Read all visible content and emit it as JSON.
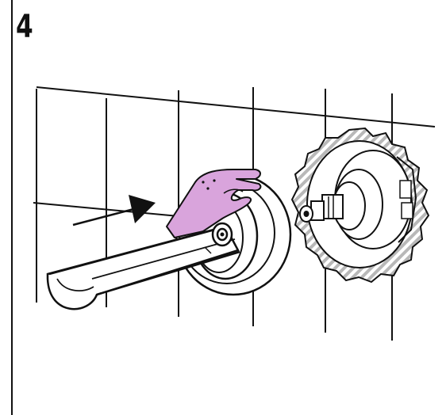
{
  "step": {
    "number": "4"
  },
  "illustration": {
    "icons": [
      "wall-tiles",
      "push-direction-arrow",
      "hand-icon",
      "spout",
      "wall-mount-valve"
    ],
    "colors": {
      "line": "#111111",
      "hand": "#d9a4dc",
      "hatch": "#b8b8b8",
      "background": "#ffffff"
    }
  }
}
